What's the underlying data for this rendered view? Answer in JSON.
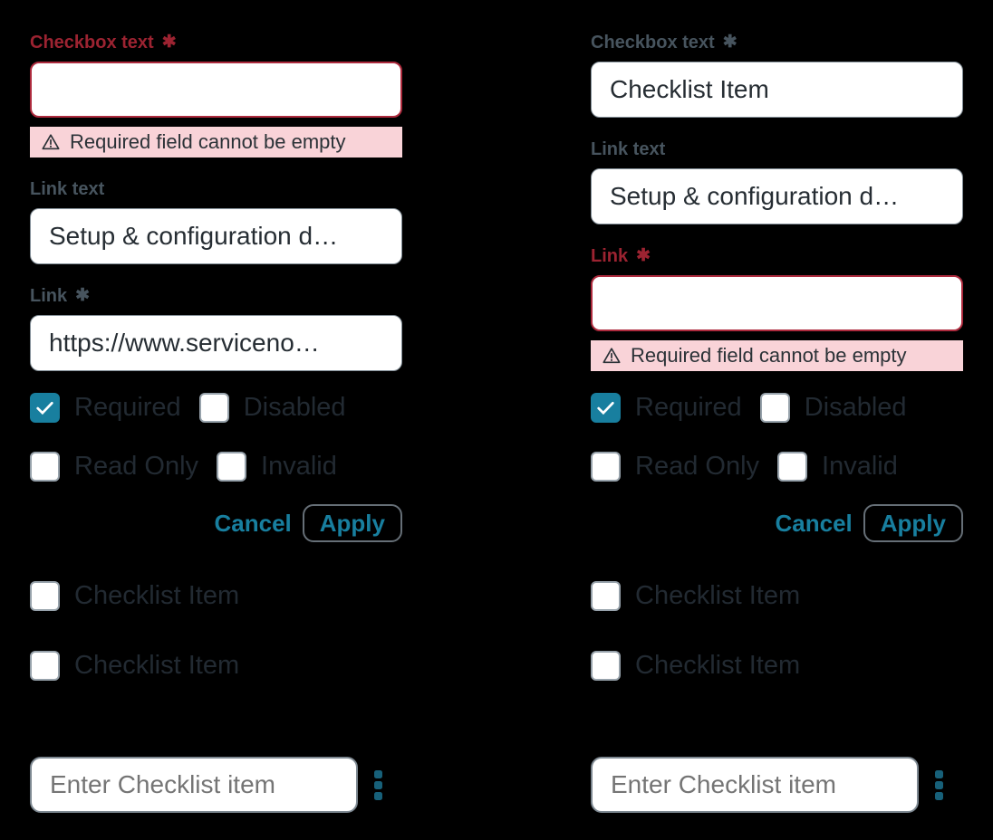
{
  "ui": {
    "required_marker": "✱",
    "cancel_label": "Cancel",
    "apply_label": "Apply",
    "checklist_placeholder": "Enter Checklist item"
  },
  "panels": {
    "left": {
      "checkbox_text": {
        "label": "Checkbox text",
        "required": true,
        "value": "",
        "error": "Required field cannot be empty"
      },
      "link_text": {
        "label": "Link text",
        "value": "Setup & configuration d…"
      },
      "link": {
        "label": "Link",
        "required": true,
        "value": "https://www.serviceno…"
      }
    },
    "right": {
      "checkbox_text": {
        "label": "Checkbox text",
        "required": true,
        "value": "Checklist Item"
      },
      "link_text": {
        "label": "Link text",
        "value": "Setup & configuration d…"
      },
      "link": {
        "label": "Link",
        "required": true,
        "value": "",
        "error": "Required field cannot be empty"
      }
    }
  },
  "options": {
    "required": {
      "label": "Required",
      "checked": true
    },
    "disabled": {
      "label": "Disabled",
      "checked": false
    },
    "read_only": {
      "label": "Read Only",
      "checked": false
    },
    "invalid": {
      "label": "Invalid",
      "checked": false
    }
  },
  "checklist": {
    "item1": "Checklist Item",
    "item2": "Checklist Item"
  },
  "colors": {
    "accent_teal": "#187f9f",
    "kebab_teal": "#176079",
    "error_red": "#9c2331",
    "error_border_red": "#ad2a3d",
    "error_bg_pink": "#f9d3d8",
    "label_slate": "#47545e",
    "background": "#000000"
  }
}
